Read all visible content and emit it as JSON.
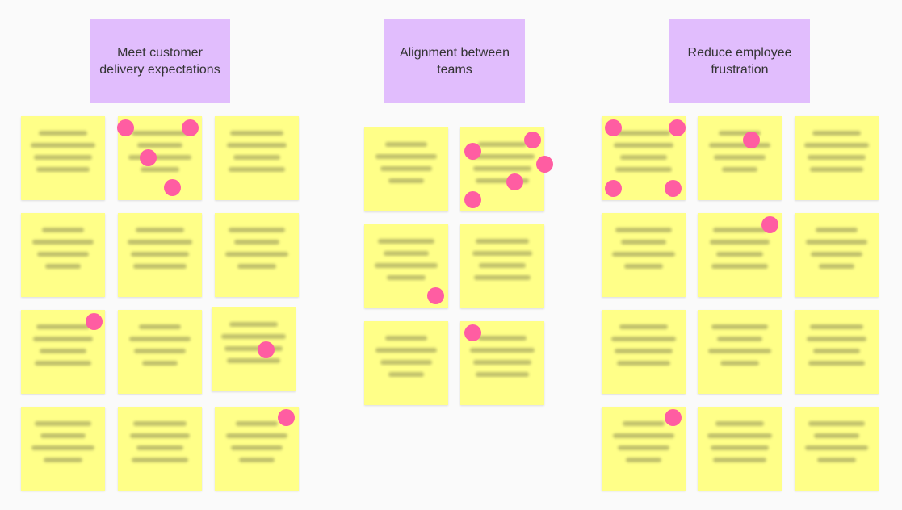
{
  "board": {
    "background_color": "#fafafa",
    "header_color": "#e1bdfd",
    "note_color": "#ffff88",
    "dot_color": "#ff5da2"
  },
  "columns": [
    {
      "title": "Meet customer delivery expectations",
      "notes": [
        {
          "dots": 0
        },
        {
          "dots": 4
        },
        {
          "dots": 0
        },
        {
          "dots": 0
        },
        {
          "dots": 0
        },
        {
          "dots": 0
        },
        {
          "dots": 1
        },
        {
          "dots": 0
        },
        {
          "dots": 1
        },
        {
          "dots": 0
        },
        {
          "dots": 0
        },
        {
          "dots": 1
        }
      ]
    },
    {
      "title": "Alignment between teams",
      "notes": [
        {
          "dots": 0
        },
        {
          "dots": 5
        },
        {
          "dots": 1
        },
        {
          "dots": 0
        },
        {
          "dots": 0
        },
        {
          "dots": 1
        }
      ]
    },
    {
      "title": "Reduce employee frustration",
      "notes": [
        {
          "dots": 4
        },
        {
          "dots": 1
        },
        {
          "dots": 0
        },
        {
          "dots": 0
        },
        {
          "dots": 1
        },
        {
          "dots": 0
        },
        {
          "dots": 0
        },
        {
          "dots": 0
        },
        {
          "dots": 0
        },
        {
          "dots": 1
        },
        {
          "dots": 0
        },
        {
          "dots": 0
        }
      ]
    }
  ]
}
